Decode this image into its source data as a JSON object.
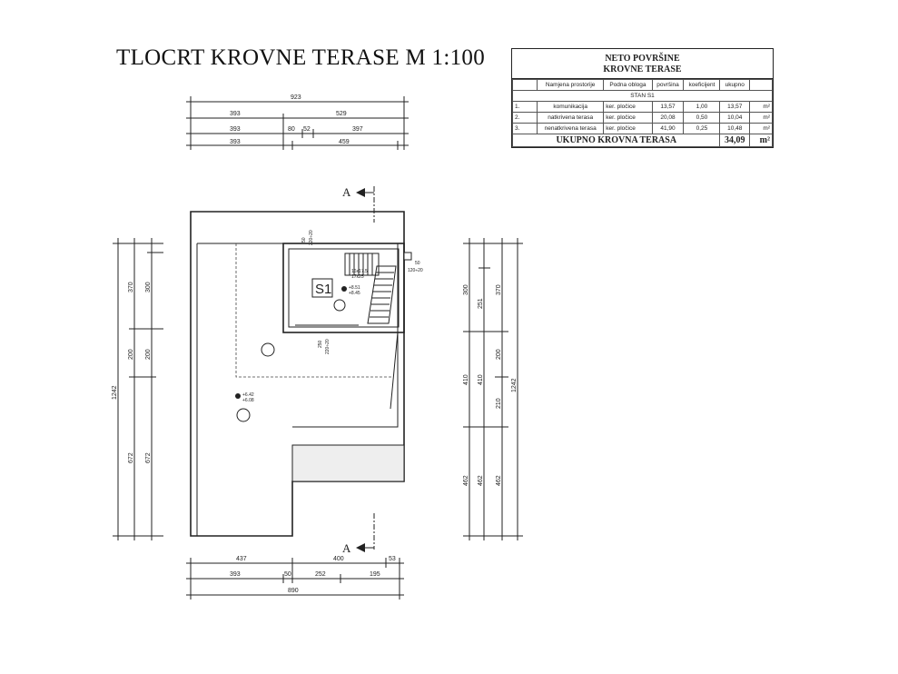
{
  "title": "TLOCRT KROVNE TERASE M 1:100",
  "table": {
    "heading_1": "NETO POVRŠINE",
    "heading_2": "KROVNE TERASE",
    "columns": [
      "",
      "Namjena prostorije",
      "Podna obloga",
      "površina",
      "koeficijent",
      "ukupno",
      ""
    ],
    "group": "STAN S1",
    "rows": [
      {
        "no": "1.",
        "name": "komunikacija",
        "floor": "ker. pločice",
        "area": "13,57",
        "coef": "1,00",
        "total": "13,57",
        "unit": "m²"
      },
      {
        "no": "2.",
        "name": "natkrivena terasa",
        "floor": "ker. pločice",
        "area": "20,08",
        "coef": "0,50",
        "total": "10,04",
        "unit": "m²"
      },
      {
        "no": "3.",
        "name": "nenatkrivena terasa",
        "floor": "ker. pločice",
        "area": "41,90",
        "coef": "0,25",
        "total": "10,48",
        "unit": "m²"
      }
    ],
    "total_label": "UKUPNO KROVNA TERASA",
    "total_value": "34,09",
    "total_unit": "m²"
  },
  "plan": {
    "unit_label": "S1",
    "section_marker": "A",
    "stair_1": "17x25",
    "stair_2": "16x17.5",
    "level_1": "+8.51",
    "level_2": "+8.45",
    "level_3": "+6.42",
    "level_4": "+6.08",
    "opening_1a": "50",
    "opening_1b": "220÷20",
    "opening_2a": "50",
    "opening_2b": "120÷20",
    "opening_3a": "250",
    "opening_3b": "220÷20"
  },
  "dimensions": {
    "top": {
      "row1": [
        "923"
      ],
      "row2": [
        "393",
        "529"
      ],
      "row3": [
        "393",
        "80",
        "52",
        "397"
      ],
      "row4": [
        "393",
        "459"
      ]
    },
    "bottom": {
      "row1": [
        "437",
        "400",
        "53"
      ],
      "row2": [
        "393",
        "50",
        "252",
        "195"
      ],
      "row3": [
        "890"
      ]
    },
    "left": {
      "row1": [
        "1242"
      ],
      "row2": [
        "370",
        "200",
        "672"
      ],
      "row3": [
        "300",
        "200",
        "672"
      ]
    },
    "right": {
      "row1": [
        "300",
        "410",
        "462"
      ],
      "row2": [
        "251",
        "410",
        "462"
      ],
      "row3": [
        "370",
        "200",
        "210",
        "462"
      ],
      "row4": [
        "1242"
      ]
    }
  }
}
